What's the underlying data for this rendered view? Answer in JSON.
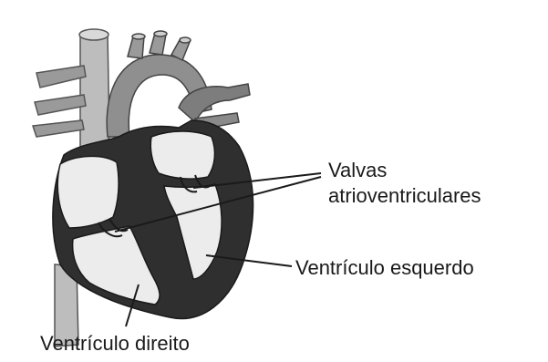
{
  "labels": {
    "atrioventricular_valves_line1": "Valvas",
    "atrioventricular_valves_line2": "atrioventriculares",
    "left_ventricle": "Ventrículo esquerdo",
    "right_ventricle": "Ventrículo direito"
  },
  "colors": {
    "background": "#ffffff",
    "muscle_dark": "#2f2f2f",
    "vessel_gray": "#8a8a8a",
    "vessel_light": "#c9c9c9",
    "chamber_interior": "#ececec",
    "leader_line": "#1a1a1a"
  }
}
